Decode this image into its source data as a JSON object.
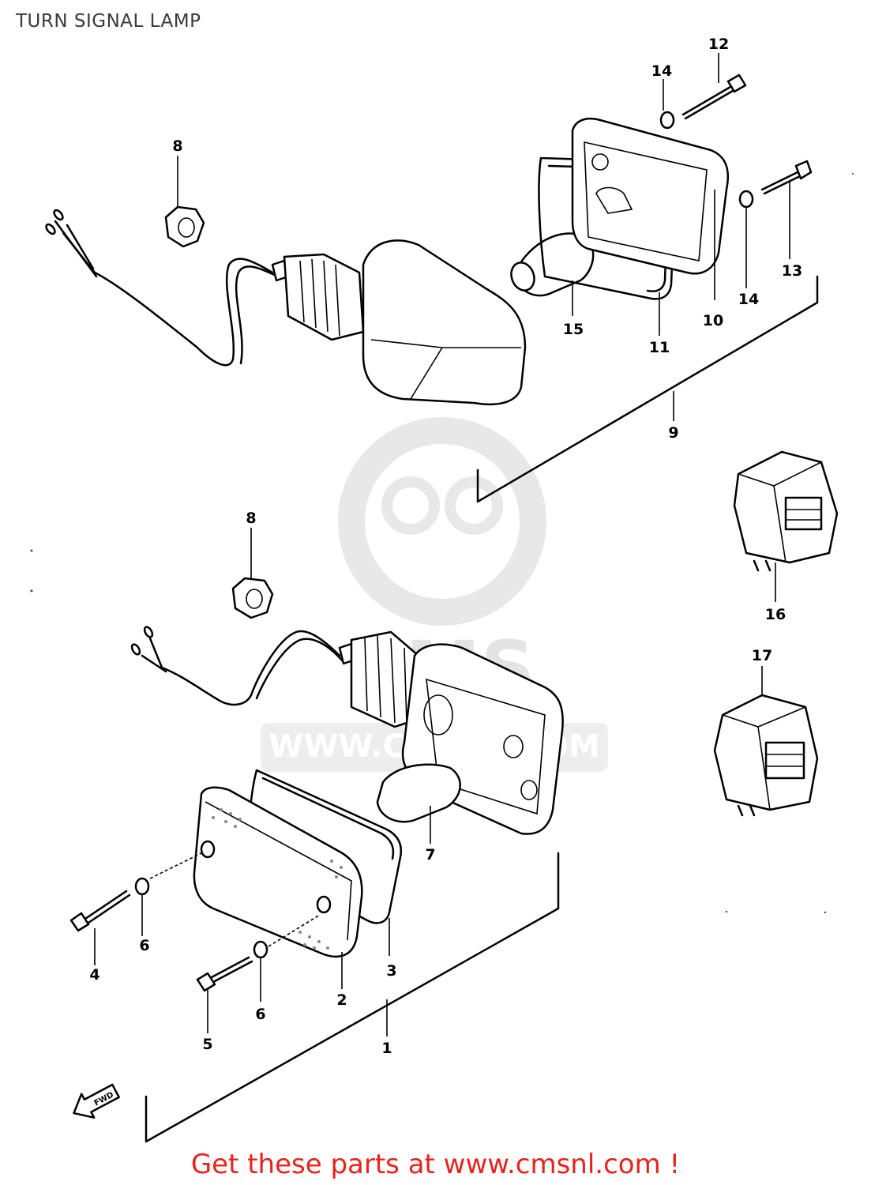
{
  "page": {
    "title": "TURN SIGNAL LAMP"
  },
  "watermark": {
    "brand": "CMS",
    "url": "WWW.CMSNL.COM"
  },
  "callouts": {
    "c1": "1",
    "c2": "2",
    "c3": "3",
    "c4": "4",
    "c5": "5",
    "c6a": "6",
    "c6b": "6",
    "c7": "7",
    "c8a": "8",
    "c8b": "8",
    "c9": "9",
    "c10": "10",
    "c11": "11",
    "c12": "12",
    "c13": "13",
    "c14a": "14",
    "c14b": "14",
    "c15": "15",
    "c16": "16",
    "c17": "17"
  },
  "fwd_label": "FWD",
  "footer": {
    "cta": "Get these parts at www.cmsnl.com !"
  }
}
